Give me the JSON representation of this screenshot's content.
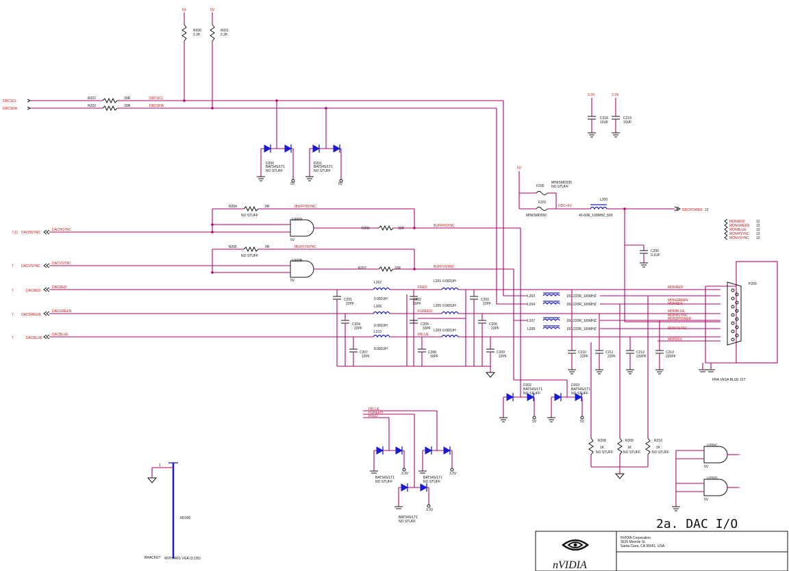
{
  "title_block": {
    "sheet_title": "2a. DAC I/O",
    "company_line1": "NVIDIA Corporation",
    "company_line2": "3535 Monroe St.",
    "company_line3": "Santa Clara, CA 95051, USA",
    "logo_text": "nVIDIA"
  },
  "nets": {
    "ddc_scl": "DDCSCL",
    "ddc_sda": "DDCSDA",
    "ddc_scl_out": "DDCSCL",
    "ddc_sda_out": "DDCSDA",
    "hsync_in": "DACHSYNC",
    "vsync_in": "DACVSYNC",
    "red_in": "DACRED",
    "green_in": "DACGREEN",
    "blue_in": "DACBLUE",
    "hsync_prefix": "7,11",
    "vsync_prefix": "7",
    "red_prefix": "7",
    "green_prefix": "7",
    "blue_prefix": "7",
    "buff_hsync": "BUFFHSYNC",
    "buff_vsync": "BUFFVSYNC",
    "ibuff_hsync": "IBUFFHSYNC",
    "ibuff_vsync": "IBUFFVSYNC",
    "fred": "FRED",
    "fgreen": "FGREEN",
    "fblue": "FBLUE",
    "ddc_power": "DDCPOWER",
    "ddc_power_ref": "12",
    "ddc5v": "DDC+5V",
    "mon_red": "MONRED",
    "mon_green": "MONGREEN",
    "mon_blue": "MONBLUE",
    "mon_sda": "MONSDA",
    "mon_scl": "MONSCL",
    "mon_hsync": "MONHSYNC",
    "mon_vsync": "MONVSYNC",
    "mon_dpower": "MONDPOWER",
    "off_page": [
      "MONRED",
      "MONGREEN",
      "MONBLUE",
      "MONHSYNC",
      "MONVSYNC"
    ],
    "off_page_ref": "12",
    "prot_nets": [
      "FBLUE",
      "FGREEN",
      "FRED"
    ]
  },
  "rails": {
    "v5": "5V",
    "v33": "3.3V"
  },
  "parts": {
    "r200": "R200",
    "r200_val": "2.2K",
    "r201": "R201",
    "r201_val": "2.2K",
    "r202": "R202",
    "r202_val": "33R",
    "r203": "R203",
    "r203_val": "33R",
    "r204": "R204",
    "r204_val": "0R",
    "r204_ns": "NO STUFF",
    "r205": "R205",
    "r205_val": "33R",
    "r206": "R206",
    "r206_val": "0R",
    "r206_ns": "NO STUFF",
    "r207": "R207",
    "r207_val": "33R",
    "r208": "R208",
    "r209": "R209",
    "r210": "R210",
    "rpull_val": "1K",
    "rpull_ns": "NO STUFF",
    "c200": "C200",
    "c200_val": "0.1UF",
    "c218": "C218",
    "c218_val": "10UF",
    "c219": "C219",
    "c219_val": "10UF",
    "c201": "C201",
    "c202": "C202",
    "c203": "C203",
    "c204": "C204",
    "c205": "C205",
    "c206": "C206",
    "c207": "C207",
    "c208": "C208",
    "c209": "C209",
    "c210": "C210",
    "c211": "C211",
    "c212": "C212",
    "c213": "C213",
    "c22": "22PF",
    "c33": "33PF",
    "c220": "220PF",
    "l200": "L200",
    "l200_val": "40-60R_100MHZ_500",
    "l201": "L201",
    "l202": "L202",
    "l205": "L205",
    "l206": "L206",
    "l209": "L209",
    "l210": "L210",
    "l082": "0.082UH",
    "l203": "L203",
    "l204": "L204",
    "l207": "L207",
    "l208": "L208",
    "bead": "150-220R_100MHZ",
    "f200": "F200",
    "f200_val": "MINISMD035",
    "f200_ns": "NO STUFF",
    "f201": "F201",
    "f201_val": "MINISMD050",
    "d200": "D200",
    "d201": "D201",
    "d202": "D202",
    "d203": "D203",
    "diode": "BAT54S/LT1",
    "diode_ns": "NO STUFF",
    "u200a": "U200A",
    "u200b": "U200B",
    "u200c": "U200C",
    "u200d": "U200D",
    "p200": "P200",
    "p200_desc": "FRA VESA BLUE 15T",
    "m1000": "M1000",
    "bracket": "BRACKET",
    "bracket_note": "WITH IRIS VGA (3.235)"
  }
}
